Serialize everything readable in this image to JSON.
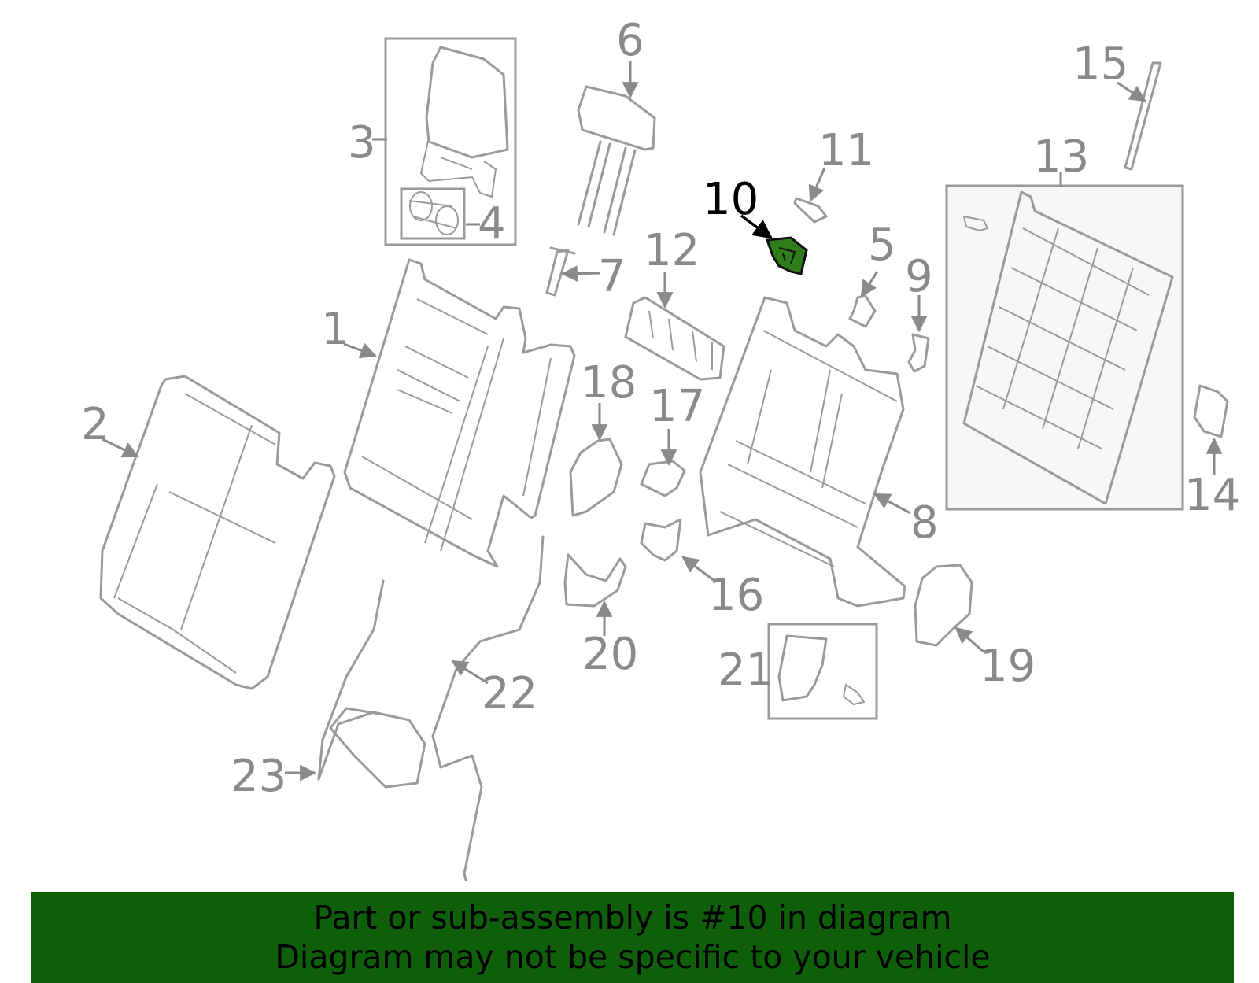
{
  "colors": {
    "line": "#9a9a9a",
    "label": "#8a8a8a",
    "highlight_fill": "#2e7d1a",
    "highlight_label": "#000000",
    "banner_bg": "#0f5f0a"
  },
  "diagram": {
    "highlighted_part": "10",
    "labels": {
      "p1": "1",
      "p2": "2",
      "p3": "3",
      "p4": "4",
      "p5": "5",
      "p6": "6",
      "p7": "7",
      "p8": "8",
      "p9": "9",
      "p10": "10",
      "p11": "11",
      "p12": "12",
      "p13": "13",
      "p14": "14",
      "p15": "15",
      "p16": "16",
      "p17": "17",
      "p18": "18",
      "p19": "19",
      "p20": "20",
      "p21": "21",
      "p22": "22",
      "p23": "23"
    }
  },
  "banner": {
    "line1": "Part or sub-assembly is #10 in diagram",
    "line2": "Diagram may not be specific to your vehicle"
  }
}
